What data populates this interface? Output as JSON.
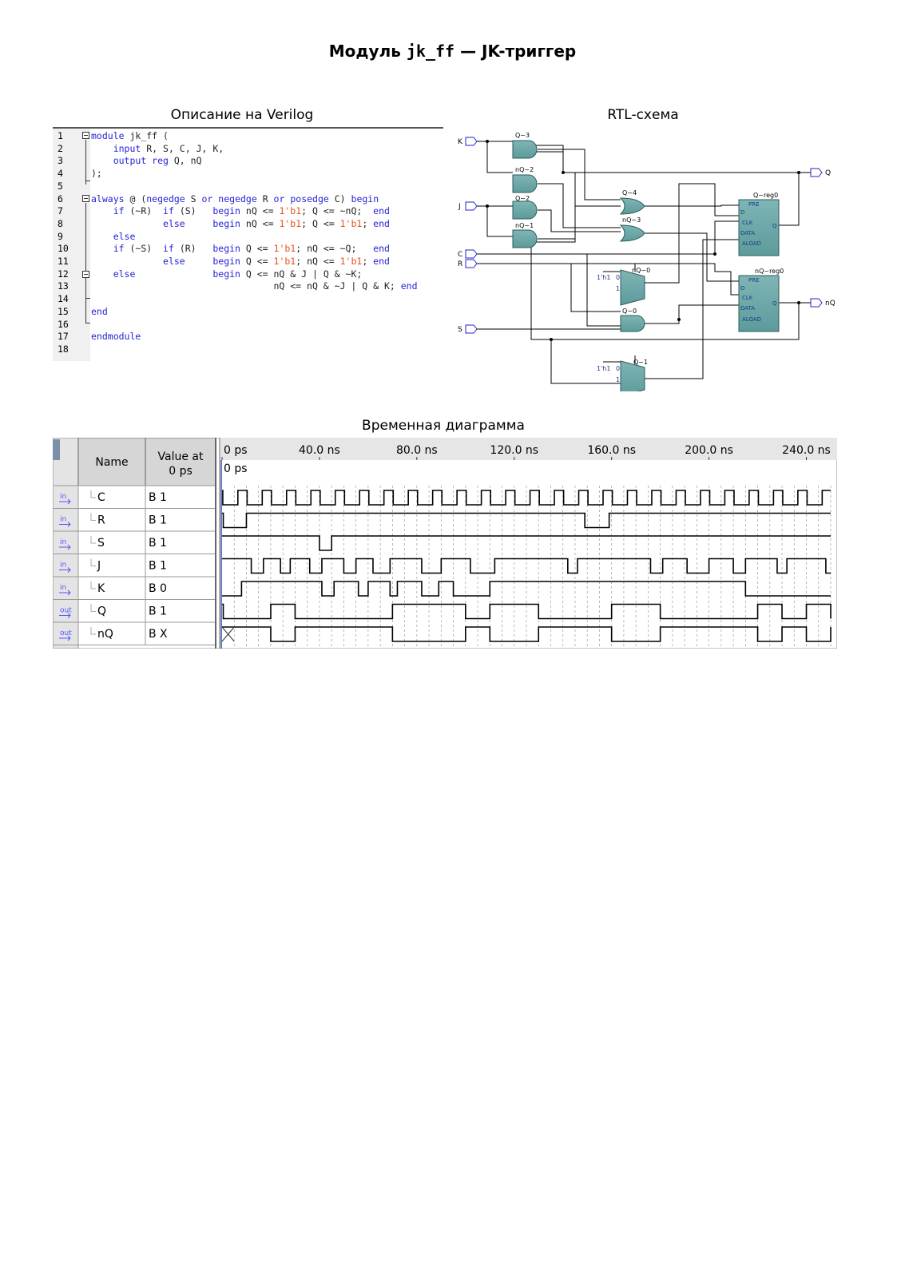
{
  "title": {
    "prefix": "Модуль",
    "module_name": "jk_ff",
    "suffix": "— JK-триггер"
  },
  "captions": {
    "code": "Описание на Verilog",
    "rtl": "RTL-схема",
    "timing": "Временная диаграмма"
  },
  "code": {
    "lines": [
      {
        "n": "1",
        "text": [
          [
            "kw",
            "module"
          ],
          [
            "t",
            " jk_ff ("
          ]
        ]
      },
      {
        "n": "2",
        "text": [
          [
            "t",
            "    "
          ],
          [
            "kw",
            "input"
          ],
          [
            "t",
            " R, S, C, J, K,"
          ]
        ]
      },
      {
        "n": "3",
        "text": [
          [
            "t",
            "    "
          ],
          [
            "kw",
            "output reg"
          ],
          [
            "t",
            " Q, nQ"
          ]
        ]
      },
      {
        "n": "4",
        "text": [
          [
            "t",
            ");"
          ]
        ]
      },
      {
        "n": "5",
        "text": []
      },
      {
        "n": "6",
        "text": [
          [
            "kw",
            "always"
          ],
          [
            "t",
            " @ ("
          ],
          [
            "kw",
            "negedge"
          ],
          [
            "t",
            " S "
          ],
          [
            "kw",
            "or"
          ],
          [
            "t",
            " "
          ],
          [
            "kw",
            "negedge"
          ],
          [
            "t",
            " R "
          ],
          [
            "kw",
            "or"
          ],
          [
            "t",
            " "
          ],
          [
            "kw",
            "posedge"
          ],
          [
            "t",
            " C) "
          ],
          [
            "kw",
            "begin"
          ]
        ]
      },
      {
        "n": "7",
        "text": [
          [
            "t",
            "    "
          ],
          [
            "kw",
            "if"
          ],
          [
            "t",
            " (~R)  "
          ],
          [
            "kw",
            "if"
          ],
          [
            "t",
            " (S)   "
          ],
          [
            "kw",
            "begin"
          ],
          [
            "t",
            " nQ <= "
          ],
          [
            "num",
            "1'b1"
          ],
          [
            "t",
            "; Q <= ~nQ;  "
          ],
          [
            "kw",
            "end"
          ]
        ]
      },
      {
        "n": "8",
        "text": [
          [
            "t",
            "             "
          ],
          [
            "kw",
            "else"
          ],
          [
            "t",
            "     "
          ],
          [
            "kw",
            "begin"
          ],
          [
            "t",
            " nQ <= "
          ],
          [
            "num",
            "1'b1"
          ],
          [
            "t",
            "; Q <= "
          ],
          [
            "num",
            "1'b1"
          ],
          [
            "t",
            "; "
          ],
          [
            "kw",
            "end"
          ]
        ]
      },
      {
        "n": "9",
        "text": [
          [
            "t",
            "    "
          ],
          [
            "kw",
            "else"
          ]
        ]
      },
      {
        "n": "10",
        "text": [
          [
            "t",
            "    "
          ],
          [
            "kw",
            "if"
          ],
          [
            "t",
            " (~S)  "
          ],
          [
            "kw",
            "if"
          ],
          [
            "t",
            " (R)   "
          ],
          [
            "kw",
            "begin"
          ],
          [
            "t",
            " Q <= "
          ],
          [
            "num",
            "1'b1"
          ],
          [
            "t",
            "; nQ <= ~Q;   "
          ],
          [
            "kw",
            "end"
          ]
        ]
      },
      {
        "n": "11",
        "text": [
          [
            "t",
            "             "
          ],
          [
            "kw",
            "else"
          ],
          [
            "t",
            "     "
          ],
          [
            "kw",
            "begin"
          ],
          [
            "t",
            " Q <= "
          ],
          [
            "num",
            "1'b1"
          ],
          [
            "t",
            "; nQ <= "
          ],
          [
            "num",
            "1'b1"
          ],
          [
            "t",
            "; "
          ],
          [
            "kw",
            "end"
          ]
        ]
      },
      {
        "n": "12",
        "text": [
          [
            "t",
            "    "
          ],
          [
            "kw",
            "else"
          ],
          [
            "t",
            "              "
          ],
          [
            "kw",
            "begin"
          ],
          [
            "t",
            " Q <= nQ & J | Q & ~K;"
          ]
        ]
      },
      {
        "n": "13",
        "text": [
          [
            "t",
            "                                 nQ <= nQ & ~J | Q & K; "
          ],
          [
            "kw",
            "end"
          ]
        ]
      },
      {
        "n": "14",
        "text": []
      },
      {
        "n": "15",
        "text": [
          [
            "kw",
            "end"
          ]
        ]
      },
      {
        "n": "16",
        "text": []
      },
      {
        "n": "17",
        "text": [
          [
            "kw",
            "endmodule"
          ]
        ]
      },
      {
        "n": "18",
        "text": []
      }
    ]
  },
  "rtl": {
    "ports_in": [
      "K",
      "J",
      "C",
      "R",
      "S"
    ],
    "ports_out": [
      "Q",
      "nQ"
    ],
    "gate_labels": [
      "Q~3",
      "nQ~2",
      "Q~2",
      "nQ~1",
      "Q~4",
      "nQ~3",
      "nQ~0",
      "Q~0",
      "Q~1"
    ],
    "reg_labels": [
      "Q~reg0",
      "nQ~reg0"
    ],
    "reg_pins": [
      "PRE",
      "D",
      "CLK",
      "DATA",
      "ALOAD",
      "Q"
    ],
    "mux_const": "1'h1",
    "mux_sel": [
      "0",
      "1"
    ],
    "colors": {
      "gate_fill": "#6ba6a6",
      "wire": "#000000",
      "port": "#2222cc"
    }
  },
  "waveform": {
    "headers": {
      "name": "Name",
      "value": "Value at\n0 ps"
    },
    "cursor_label": "0 ps",
    "time_ticks": [
      "0 ps",
      "40.0 ns",
      "80.0 ns",
      "120.0 ns",
      "160.0 ns",
      "200.0 ns",
      "240.0 ns"
    ],
    "signals": [
      {
        "dir": "in",
        "name": "C",
        "value": "B 1"
      },
      {
        "dir": "in",
        "name": "R",
        "value": "B 1"
      },
      {
        "dir": "in",
        "name": "S",
        "value": "B 1"
      },
      {
        "dir": "in",
        "name": "J",
        "value": "B 1"
      },
      {
        "dir": "in",
        "name": "K",
        "value": "B 0"
      },
      {
        "dir": "out",
        "name": "Q",
        "value": "B 1"
      },
      {
        "dir": "out",
        "name": "nQ",
        "value": "B X"
      }
    ],
    "traces_ns": {
      "C": {
        "start": 1,
        "toggles": "clock",
        "period": 10,
        "high": 6.5
      },
      "R": {
        "start": 1,
        "edges": [
          0.5,
          10,
          149,
          159
        ]
      },
      "S": {
        "start": 1,
        "edges": [
          40,
          45
        ]
      },
      "J": {
        "start": 1,
        "edges": [
          12,
          17,
          24,
          28,
          36,
          41,
          50,
          55,
          62,
          69,
          82,
          90,
          102,
          112,
          142,
          146,
          176,
          181,
          191,
          200,
          210,
          215,
          228,
          232,
          248,
          253
        ]
      },
      "K": {
        "start": 0,
        "edges": [
          8,
          41,
          46,
          56,
          60,
          69,
          72,
          82,
          89,
          95,
          110,
          215,
          252
        ]
      },
      "Q": {
        "start": 1,
        "edges": [
          0.5,
          20,
          30,
          70,
          100,
          110,
          130,
          160,
          180,
          220,
          230,
          240,
          250
        ]
      },
      "nQ": {
        "start": 1,
        "edges": [
          20,
          30,
          70,
          100,
          110,
          130,
          160,
          180,
          220,
          230,
          240,
          250
        ],
        "x_at_start": true
      }
    },
    "colors": {
      "header_bg": "#d6d6d6",
      "grid": "#9a9a9a",
      "trace": "#000000",
      "io_icon": "#5555ff"
    }
  }
}
